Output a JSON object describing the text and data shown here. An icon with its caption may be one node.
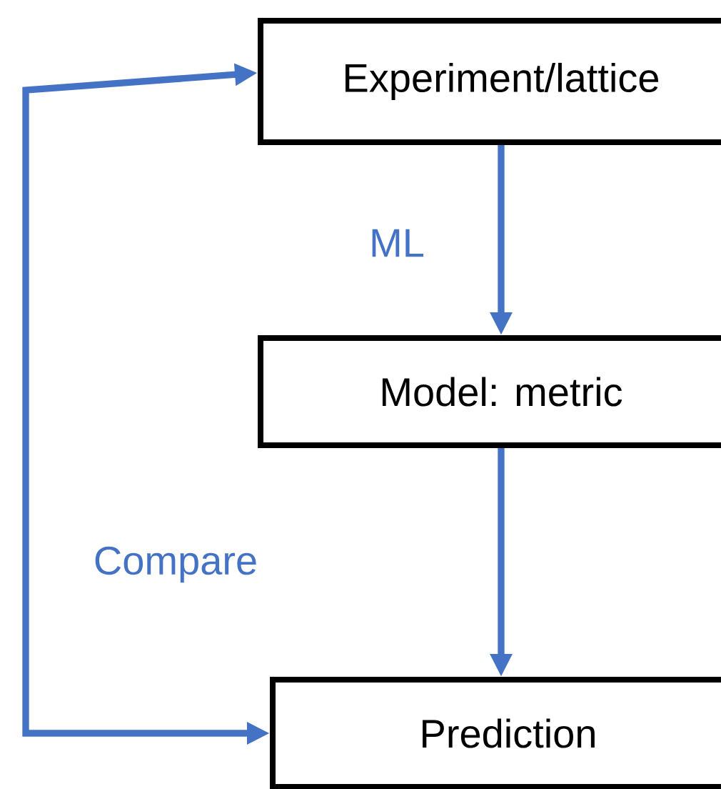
{
  "diagram": {
    "nodes": [
      {
        "text": [
          "Experiment/lattice"
        ]
      },
      {
        "text": [
          "Model: metric"
        ]
      },
      {
        "text": [
          "Prediction"
        ]
      }
    ],
    "edges": [
      {
        "from": 0,
        "to": 1,
        "arrow": "to",
        "label": "ML"
      },
      {
        "from": 1,
        "to": 2,
        "arrow": "to"
      },
      {
        "from": 2,
        "to": 0,
        "arrow": "both",
        "label": "Compare"
      }
    ]
  }
}
